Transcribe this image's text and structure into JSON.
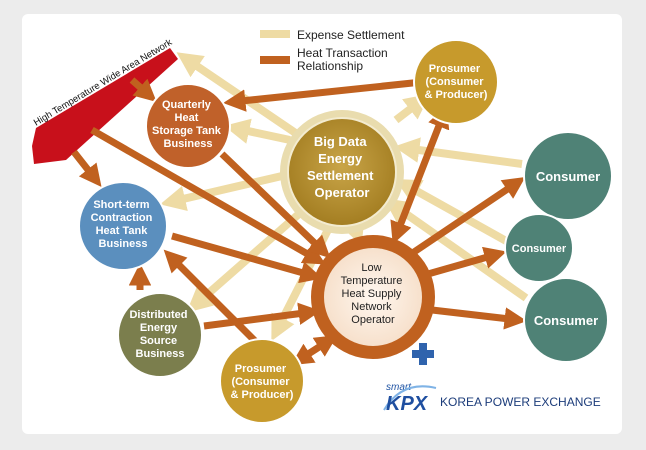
{
  "legend": {
    "expense": "Expense Settlement",
    "heat_line1": "Heat Transaction",
    "heat_line2": "Relationship"
  },
  "colors": {
    "expense_arrow": "#eedba4",
    "heat_arrow": "#c0611f",
    "network": "#c8101b",
    "orange_node": "#c0612a",
    "gold_node": "#c79a2c",
    "blue_node": "#5b8fbe",
    "olive_node": "#7b7e4d",
    "teal_node": "#4f8276"
  },
  "network_label": "High Temperature Wide Area Network",
  "nodes": {
    "quarterly": [
      "Quarterly",
      "Heat",
      "Storage Tank",
      "Business"
    ],
    "prosumer_top": [
      "Prosumer",
      "(Consumer",
      "& Producer)"
    ],
    "big_data": [
      "Big Data",
      "Energy",
      "Settlement",
      "Operator"
    ],
    "short_term": [
      "Short-term",
      "Contraction",
      "Heat Tank",
      "Business"
    ],
    "low_temp": [
      "Low",
      "Temperature",
      "Heat Supply",
      "Network",
      "Operator"
    ],
    "distributed": [
      "Distributed",
      "Energy",
      "Source",
      "Business"
    ],
    "prosumer_bottom": [
      "Prosumer",
      "(Consumer",
      "& Producer)"
    ],
    "consumer_1": "Consumer",
    "consumer_2": "Consumer",
    "consumer_3": "Consumer"
  },
  "brand": {
    "smart": "smart",
    "logo": "KPX",
    "name": "KOREA POWER EXCHANGE"
  }
}
